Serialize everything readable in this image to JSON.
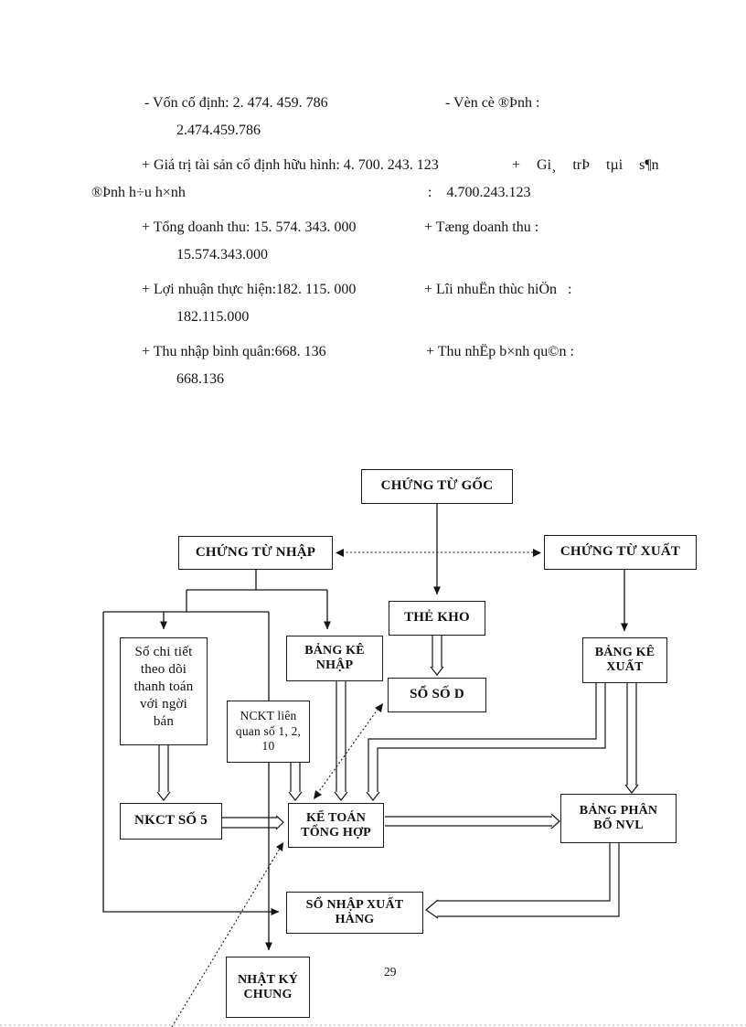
{
  "page": {
    "number": "29"
  },
  "stats_lines": [
    "- Vốn cố định: 2. 474. 459. 786",
    "- Vèn cè ®Þnh :",
    "2.474.459.786",
    "+ Giá trị tài sản cố định hữu hình: 4. 700. 243. 123",
    "+  Gi¸  trÞ  tµi  s¶n",
    "®Þnh h÷u h×nh",
    ":    4.700.243.123",
    "+ Tổng doanh thu: 15. 574. 343. 000",
    "+ Tæng doanh thu :",
    "15.574.343.000",
    "+ Lợi nhuận thực hiện:182. 115. 000",
    "+ Lîi nhuËn thùc hiÖn   :",
    "182.115.000",
    "+ Thu nhập bình quân:668. 136",
    "+ Thu nhËp b×nh qu©n :",
    "668.136"
  ],
  "diagram": {
    "boxes": {
      "chung_tu_goc": "CHỨNG TỪ GỐC",
      "chung_tu_nhap": "CHỨNG TỪ NHẬP",
      "chung_tu_xuat": "CHỨNG TỪ XUẤT",
      "the_kho": "THẺ KHO",
      "so_so_d": "SỔ SỐ D",
      "bang_ke_nhap": "BẢNG KÊ NHẬP",
      "bang_ke_xuat": "BẢNG KÊ XUẤT",
      "so_chi_tiet": "Sổ chi tiết theo dõi thanh toán với ngời bán",
      "nckt": "NCKT liên quan số 1, 2, 10",
      "nkct_so_5": "NKCT SỐ 5",
      "ke_toan_tong_hop": "KẾ TOÁN TỔNG HỢP",
      "bang_phan_bo_nvl": "BẢNG PHÂN BỔ NVL",
      "so_nhap_xuat_hang": "SỔ NHẬP XUẤT HÀNG",
      "nhat_ky_chung": "NHẬT KÝ CHUNG"
    }
  },
  "colors": {
    "ink": "#141414",
    "page_bg": "#ffffff",
    "footer_rule": "#a9a9b8"
  }
}
